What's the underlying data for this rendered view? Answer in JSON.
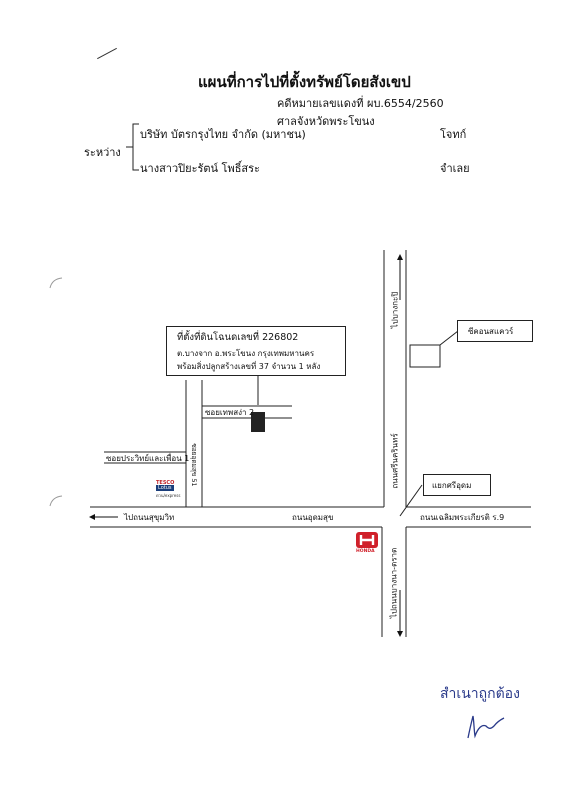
{
  "header": {
    "title": "แผนที่การไปที่ตั้งทรัพย์โดยสังเขป",
    "case_number": "คดีหมายเลขแดงที่  ผบ.6554/2560",
    "court": "ศาลจังหวัดพระโขนง"
  },
  "parties": {
    "between_label": "ระหว่าง",
    "plaintiff_name": "บริษัท บัตรกรุงไทย จำกัด (มหาชน)",
    "plaintiff_role": "โจทก์",
    "defendant_name": "นางสาวปิยะรัตน์ โพธิ์สระ",
    "defendant_role": "จำเลย"
  },
  "map": {
    "property_box": {
      "line1": "ที่ตั้งที่ดินโฉนดเลขที่ 226802",
      "line2": "ต.บางจาก อ.พระโขนง กรุงเทพมหานคร",
      "line3": "พร้อมสิ่งปลูกสร้างเลขที่ 37 จำนวน 1 หลัง"
    },
    "soi_thepsang2": "ซอยเทพสง่า 2",
    "soi_prawet": "ซอยประวิทย์และเพื่อน 1",
    "soi_udomsuk51": "ซอยอุดมสุข 51",
    "road_udomsuk": "ถนนอุดมสุข",
    "road_srinakarin": "ถนนศรีนครินทร์",
    "road_chaloem": "ถนนเฉลิมพระเกียรติ ร.9",
    "to_sukhumvit": "ไปถนนสุขุมวิท",
    "to_bangkapi": "ไปบางกะปิ",
    "to_bangna": "ไปถนนบางนา-ตราด",
    "seacon_label": "ซีคอนสแควร์",
    "junction_label": "แยกศรีอุดม",
    "tesco_top": "TESCO",
    "tesco_mid": "Lotus",
    "tesco_bottom": "ด่วน/express",
    "honda_label": "HONDA"
  },
  "stamp": {
    "text": "สำเนาถูกต้อง"
  }
}
